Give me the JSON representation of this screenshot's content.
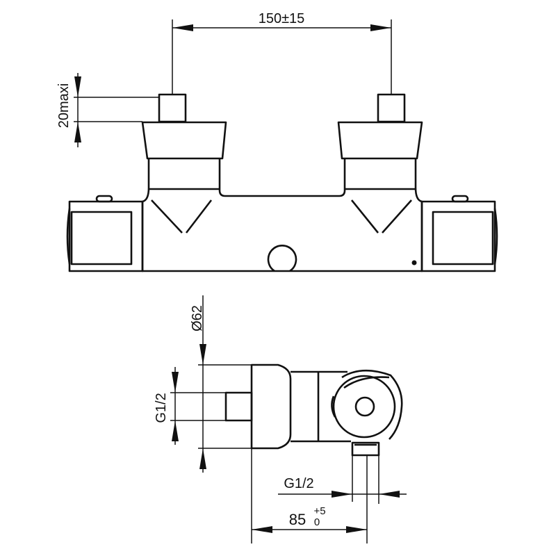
{
  "title": "Thermostatic shower mixer dimension drawing",
  "dimensions": {
    "center_distance": "150±15",
    "stub_length": "20maxi",
    "body_diameter": "Ø62",
    "inlet_thread": "G1/2",
    "outlet_thread": "G1/2",
    "depth": "85",
    "depth_tol_upper": "+5",
    "depth_tol_lower": "0"
  },
  "colors": {
    "line": "#111111",
    "background": "#ffffff"
  }
}
